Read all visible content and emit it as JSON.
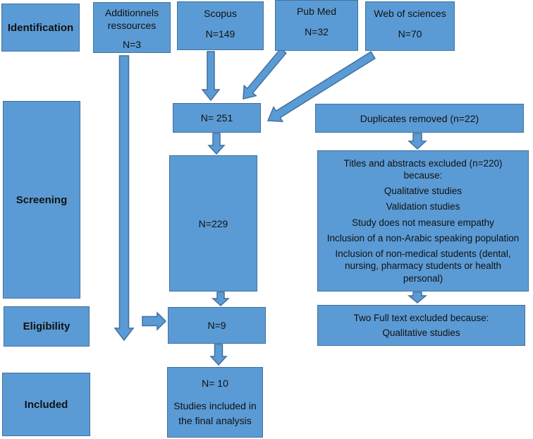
{
  "colors": {
    "box_fill": "#5b9bd5",
    "box_border": "#41719c",
    "text": "#111111",
    "background": "#ffffff"
  },
  "stages": {
    "identification": "Identification",
    "screening": "Screening",
    "eligibility": "Eligibility",
    "included": "Included"
  },
  "sources": {
    "additional": {
      "line1": "Additionnels",
      "line2": "ressources",
      "count": "N=3"
    },
    "scopus": {
      "name": "Scopus",
      "count": "N=149"
    },
    "pubmed": {
      "name": "Pub Med",
      "count": "N=32"
    },
    "web_of_science": {
      "name": "Web of sciences",
      "count": "N=70"
    }
  },
  "flow": {
    "combined_count": "N= 251",
    "screened_count": "N=229",
    "eligible_count": "N=9",
    "included_count": "N= 10",
    "included_note_line1": "Studies included in",
    "included_note_line2": "the final analysis"
  },
  "exclusions": {
    "duplicates_label": "Duplicates removed (n=22)",
    "titles_abstracts": {
      "header": "Titles and abstracts excluded (n=220) because:",
      "reasons": [
        "Qualitative studies",
        "Validation studies",
        "Study does not measure empathy",
        "Inclusion of a non-Arabic speaking population",
        "Inclusion of non-medical students (dental, nursing, pharmacy students or health personal)"
      ]
    },
    "full_text": {
      "header": "Two Full text excluded because:",
      "reason": "Qualitative studies"
    }
  }
}
